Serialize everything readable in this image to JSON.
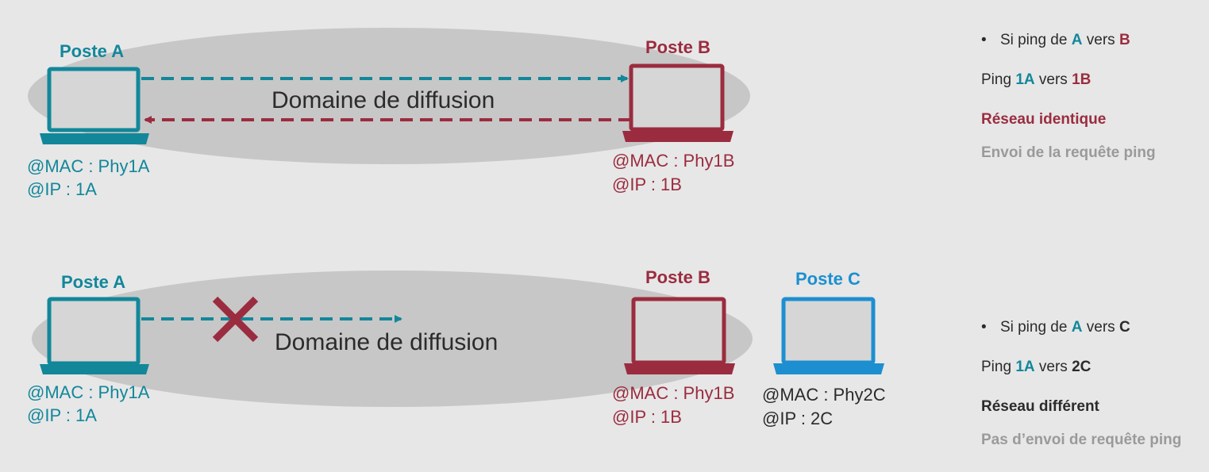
{
  "colors": {
    "teal": "#12879a",
    "red": "#9b2c3f",
    "blue": "#1d8fd0",
    "ellipse": "#c7c7c7",
    "text": "#2b2b2b",
    "muted": "#9a9a9a"
  },
  "top_scenario": {
    "domain_label": "Domaine de diffusion",
    "poste_a": {
      "title": "Poste A",
      "mac": "@MAC : Phy1A",
      "ip": "@IP : 1A"
    },
    "poste_b": {
      "title": "Poste B",
      "mac": "@MAC : Phy1B",
      "ip": "@IP : 1B"
    }
  },
  "bottom_scenario": {
    "domain_label": "Domaine de diffusion",
    "poste_a": {
      "title": "Poste A",
      "mac": "@MAC : Phy1A",
      "ip": "@IP : 1A"
    },
    "poste_b": {
      "title": "Poste B",
      "mac": "@MAC : Phy1B",
      "ip": "@IP : 1B"
    },
    "poste_c": {
      "title": "Poste C",
      "mac": "@MAC : Phy2C",
      "ip": "@IP : 2C"
    }
  },
  "info_top": {
    "bullet_prefix": "Si ping de",
    "from": "A",
    "mid": "vers",
    "to": "B",
    "ping_prefix": "Ping",
    "ping_from": "1A",
    "ping_mid": "vers",
    "ping_to": "1B",
    "result": "Réseau identique",
    "action": "Envoi de la requête ping"
  },
  "info_bottom": {
    "bullet_prefix": "Si ping de",
    "from": "A",
    "mid": "vers",
    "to": "C",
    "ping_prefix": "Ping",
    "ping_from": "1A",
    "ping_mid": "vers",
    "ping_to": "2C",
    "result": "Réseau différent",
    "action": "Pas d’envoi de requête ping"
  }
}
